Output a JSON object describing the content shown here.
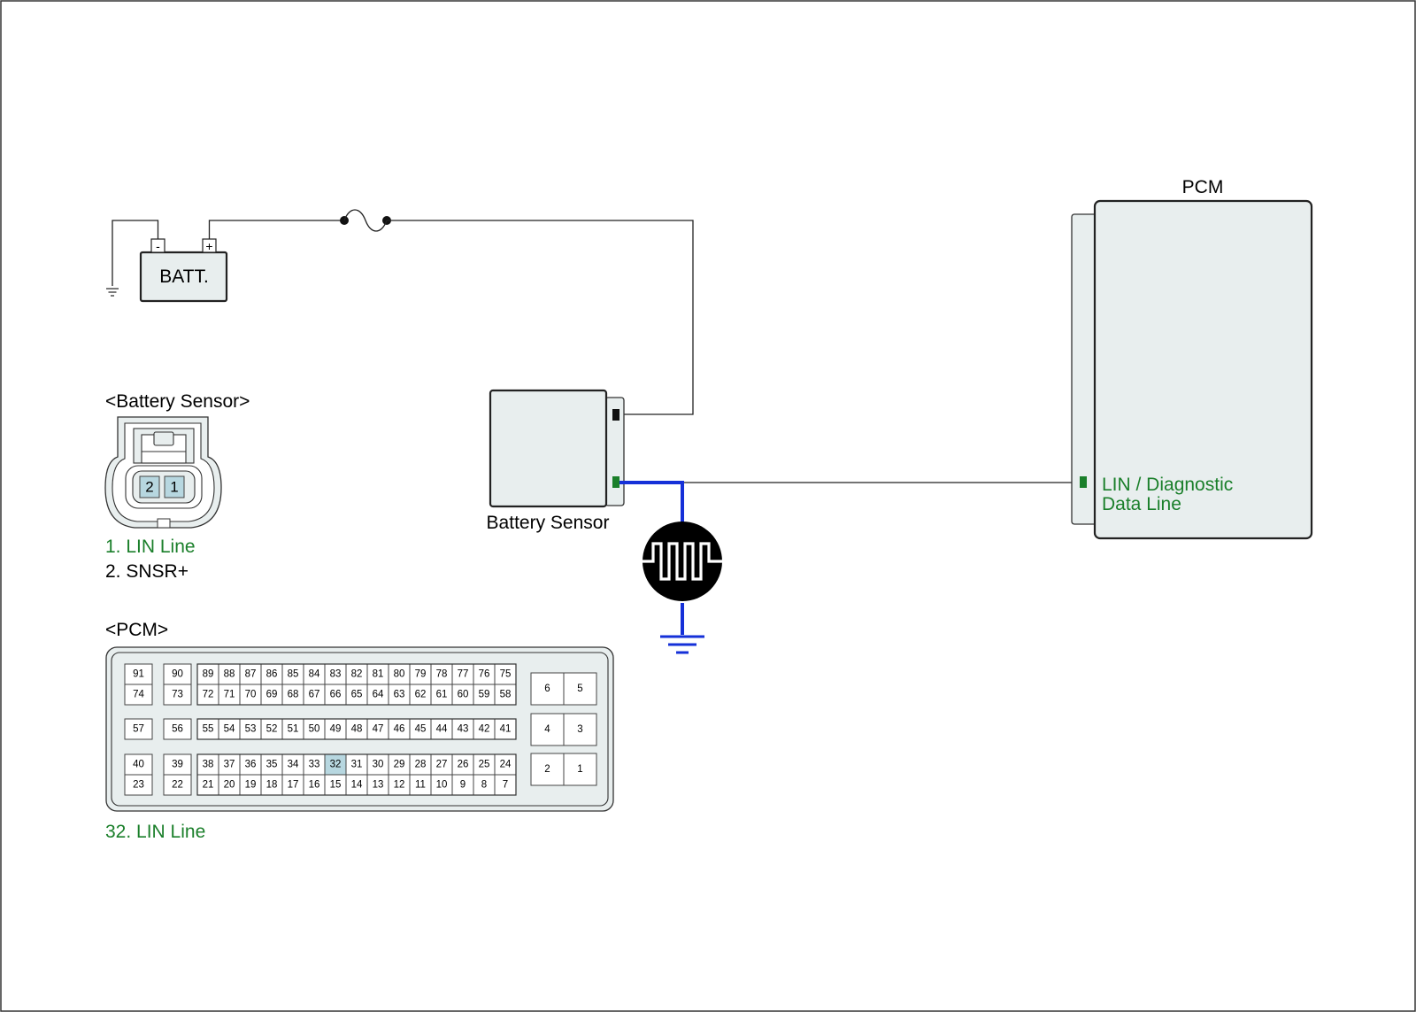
{
  "labels": {
    "batt": "BATT.",
    "pcm_title": "PCM",
    "battery_sensor_header": "<Battery Sensor>",
    "battery_sensor_caption": "Battery Sensor",
    "pin1_desc": "1. LIN Line",
    "pin2_desc": "2. SNSR+",
    "pcm_header": "<PCM>",
    "pcm_pin_desc": "32. LIN Line",
    "lin_line1": "LIN / Diagnostic",
    "lin_line2": "Data Line",
    "batt_minus": "-",
    "batt_plus": "+"
  },
  "sensor_connector_pins": [
    "2",
    "1"
  ],
  "pcm_connector": {
    "highlighted_pin": "32",
    "row1": [
      "91",
      "90",
      "89",
      "88",
      "87",
      "86",
      "85",
      "84",
      "83",
      "82",
      "81",
      "80",
      "79",
      "78",
      "77",
      "76",
      "75"
    ],
    "row2": [
      "74",
      "73",
      "72",
      "71",
      "70",
      "69",
      "68",
      "67",
      "66",
      "65",
      "64",
      "63",
      "62",
      "61",
      "60",
      "59",
      "58"
    ],
    "row3": [
      "57",
      "56",
      "55",
      "54",
      "53",
      "52",
      "51",
      "50",
      "49",
      "48",
      "47",
      "46",
      "45",
      "44",
      "43",
      "42",
      "41"
    ],
    "row4": [
      "40",
      "39",
      "38",
      "37",
      "36",
      "35",
      "34",
      "33",
      "32",
      "31",
      "30",
      "29",
      "28",
      "27",
      "26",
      "25",
      "24"
    ],
    "row5": [
      "23",
      "22",
      "21",
      "20",
      "19",
      "18",
      "17",
      "16",
      "15",
      "14",
      "13",
      "12",
      "11",
      "10",
      "9",
      "8",
      "7"
    ],
    "power_pins": [
      [
        "6",
        "5"
      ],
      [
        "4",
        "3"
      ],
      [
        "2",
        "1"
      ]
    ]
  },
  "colors": {
    "lin_green": "#1a7f2a",
    "signal_blue": "#1530d8",
    "pin_highlight": "#b7d7e0",
    "body_fill": "#e8eeee"
  }
}
